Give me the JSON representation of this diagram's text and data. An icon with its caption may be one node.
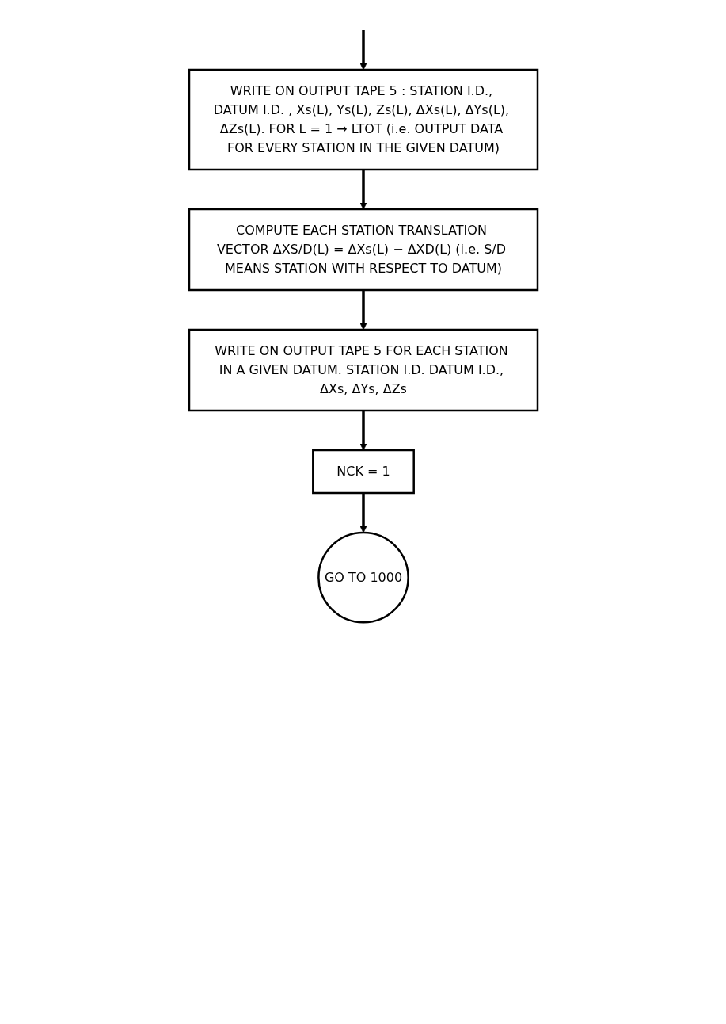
{
  "diagram": {
    "nodes": [
      {
        "text": [
          "WRITE ON OUTPUT TAPE 5 : STATION I.D., DATUM I.D. , Xs(L), Ys(L), Zs(L), ΔXs(L), ΔYs(L), ΔZs(L). FOR L = 1 → LTOT (i.e. OUTPUT DATA FOR EVERY STATION IN THE GIVEN DATUM)"
        ]
      },
      {
        "text": [
          "COMPUTE EACH STATION TRANSLATION VECTOR ΔXS/D(L) = ΔXs(L) − ΔXD(L) (i.e. S/D MEANS STATION WITH RESPECT TO DATUM)"
        ]
      },
      {
        "text": [
          "WRITE ON OUTPUT TAPE 5 FOR EACH STATION IN A GIVEN DATUM. STATION I.D. DATUM I.D., ΔXs, ΔYs, ΔZs"
        ]
      },
      {
        "text": [
          "NCK = 1"
        ]
      },
      {
        "text": [
          "GO TO 1000"
        ]
      }
    ],
    "edges": [
      {
        "from": null,
        "to": 0,
        "arrow": "to"
      },
      {
        "from": 0,
        "to": 1,
        "arrow": "to"
      },
      {
        "from": 1,
        "to": 2,
        "arrow": "to"
      },
      {
        "from": 2,
        "to": 3,
        "arrow": "to"
      },
      {
        "from": 3,
        "to": 4,
        "arrow": "to"
      }
    ]
  }
}
